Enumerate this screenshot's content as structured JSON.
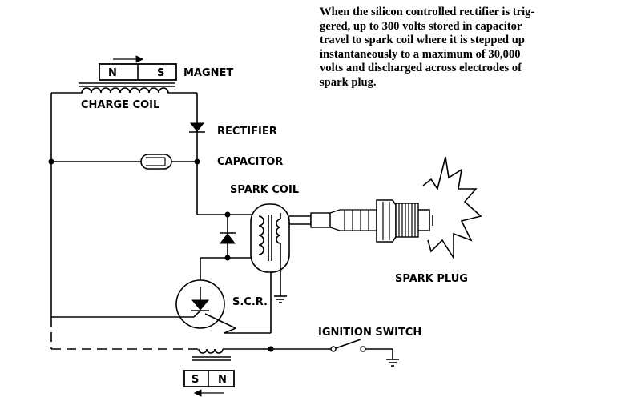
{
  "caption": {
    "lines": [
      "When the silicon controlled rectifier is trig-",
      "gered, up to 300 volts stored in capacitor",
      "travel to spark coil where it is stepped up",
      "instantaneously  to a maximum of 30,000",
      "volts and discharged across electrodes of",
      "spark plug."
    ]
  },
  "labels": {
    "magnet": "MAGNET",
    "charge_coil": "CHARGE COIL",
    "rectifier": "RECTIFIER",
    "capacitor": "CAPACITOR",
    "spark_coil": "SPARK COIL",
    "spark_plug": "SPARK PLUG",
    "scr": "S.C.R.",
    "ignition_switch": "IGNITION SWITCH"
  },
  "magnet_top": {
    "left_pole": "N",
    "right_pole": "S"
  },
  "magnet_bottom": {
    "left_pole": "S",
    "right_pole": "N"
  }
}
